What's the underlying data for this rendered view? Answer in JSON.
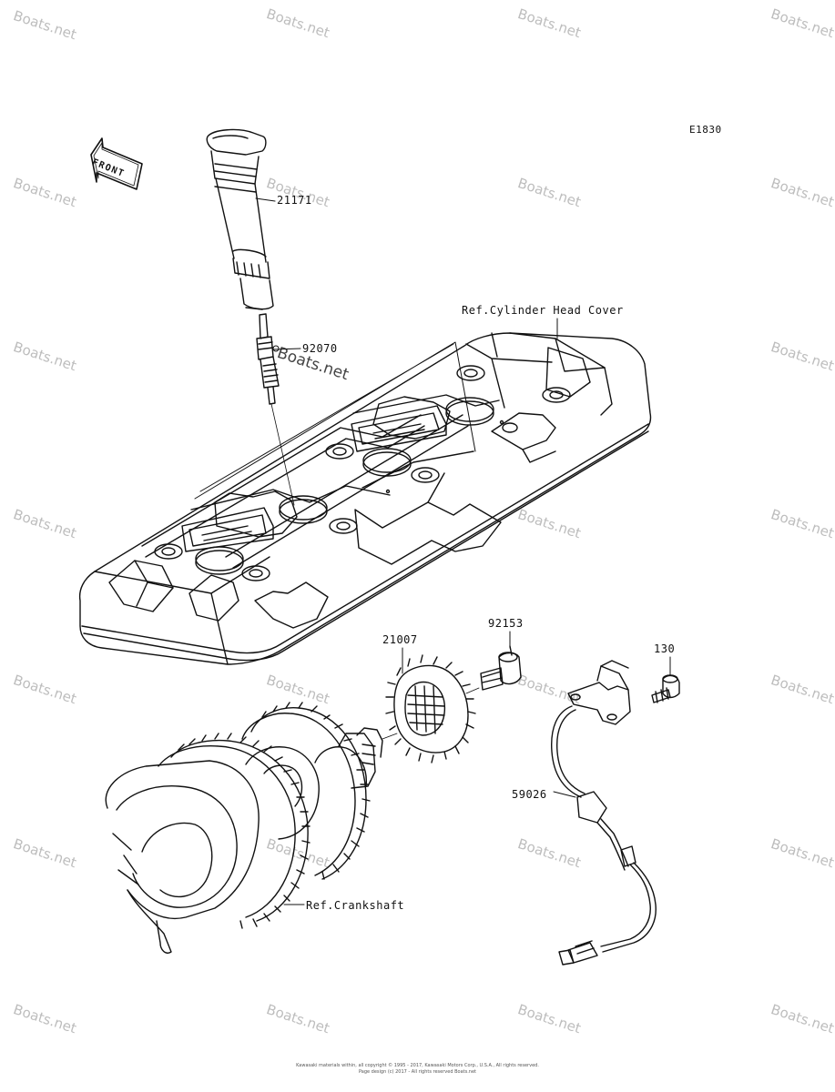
{
  "diagram_code": "E1830",
  "front_label": "FRONT",
  "callouts": {
    "ignition_coil": "21171",
    "spark_plug": "92070",
    "cylinder_head_cover_ref": "Ref.Cylinder Head Cover",
    "timing_rotor": "21007",
    "rotor_bolt": "92153",
    "sensor_bolt": "130",
    "crank_sensor": "59026",
    "crankshaft_ref": "Ref.Crankshaft"
  },
  "watermark_text": "Boats.net",
  "copyright_lines": [
    "Kawasaki materials within, all copyright © 1995 - 2017, Kawasaki Motors Corp., U.S.A., All rights reserved.",
    "Page design (c) 2017 - All rights reserved Boats.net"
  ],
  "colors": {
    "line": "#111111",
    "watermark": "#bdbdbd"
  }
}
